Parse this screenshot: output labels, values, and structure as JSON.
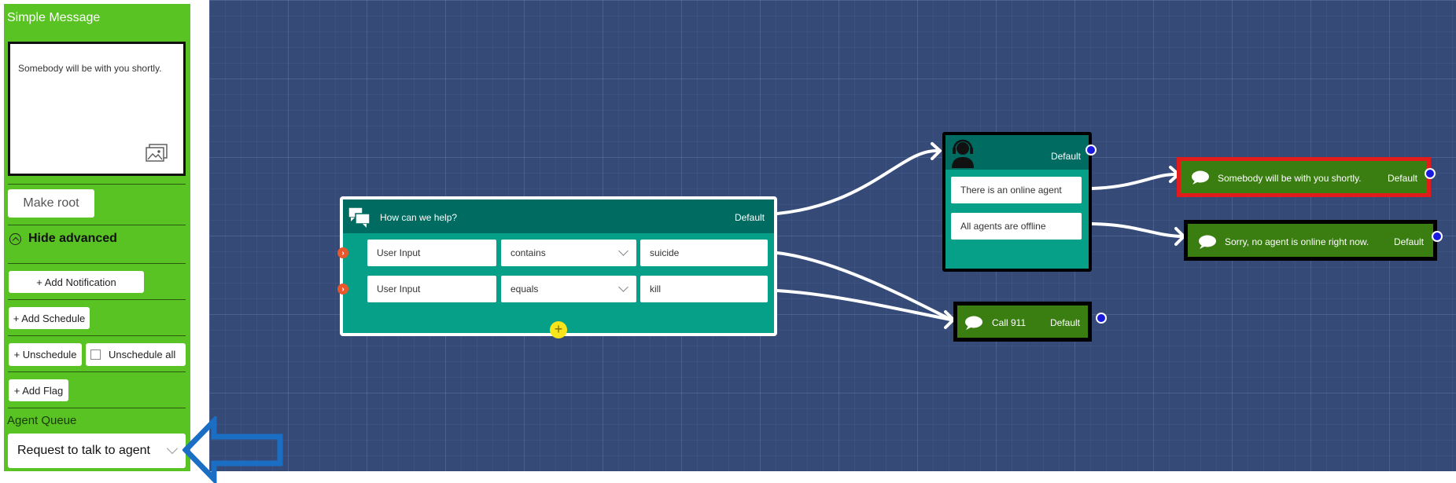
{
  "sidebar": {
    "title": "Simple Message",
    "message_text": "Somebody will be with you shortly.",
    "make_root": "Make root",
    "hide_advanced": "Hide advanced",
    "add_notification": "+ Add Notification",
    "add_schedule": "+ Add Schedule",
    "unschedule": "+ Unschedule",
    "unschedule_all": "Unschedule all",
    "add_flag": "+ Add Flag",
    "agent_queue_label": "Agent Queue",
    "agent_queue_value": "Request to talk to agent"
  },
  "canvas": {
    "question_node": {
      "title": "How can we help?",
      "default": "Default",
      "rules": [
        {
          "field": "User Input",
          "operator": "contains",
          "value": "suicide"
        },
        {
          "field": "User Input",
          "operator": "equals",
          "value": "kill"
        }
      ]
    },
    "agent_node": {
      "default": "Default",
      "options": [
        "There is an online agent",
        "All agents are offline"
      ]
    },
    "msg_shortly": {
      "text": "Somebody will be with you shortly.",
      "default": "Default"
    },
    "msg_offline": {
      "text": "Sorry, no agent is online right now.",
      "default": "Default"
    },
    "msg_call": {
      "text": "Call 911",
      "default": "Default"
    }
  },
  "colors": {
    "sidebar_green": "#58c322",
    "canvas_bg": "#364a78",
    "node_teal": "#05a087",
    "node_header": "#006b61",
    "message_green": "#3a7e12",
    "selected_border": "#e21b1b",
    "annotation_arrow": "#1a6fc4"
  }
}
